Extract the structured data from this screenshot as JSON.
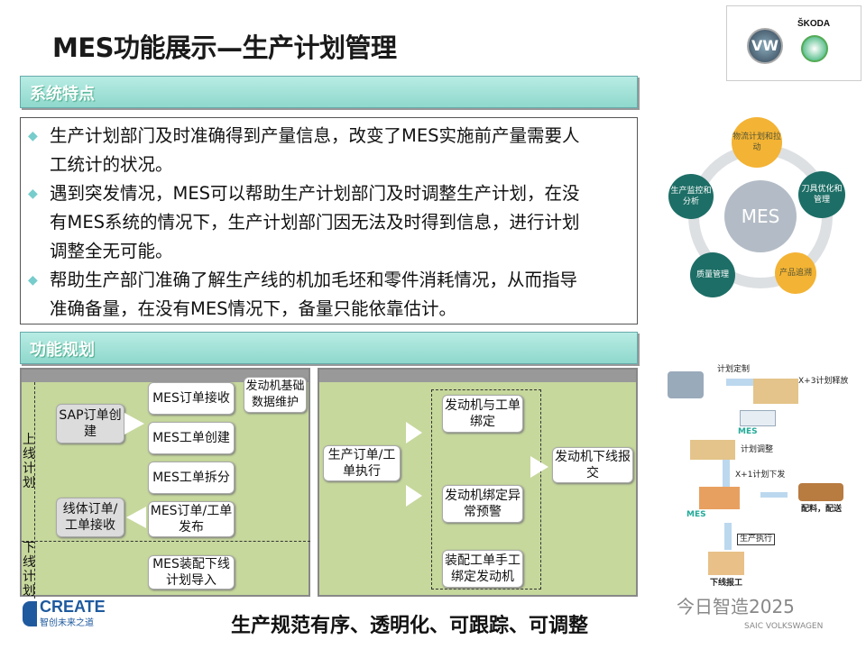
{
  "title": "MES功能展示—生产计划管理",
  "logos": {
    "vw": "VW",
    "skoda": "ŠKODA"
  },
  "section1": {
    "label": "系统特点",
    "bullets": [
      [
        "生产计划部门及时准确得到产量信息，改变了MES实施前产量需要人",
        "工统计的状况。"
      ],
      [
        "遇到突发情况，MES可以帮助生产计划部门及时调整生产计划，在没",
        "有MES系统的情况下，生产计划部门因无法及时得到信息，进行计划",
        "调整全无可能。"
      ],
      [
        "帮助生产部门准确了解生产线的机加毛坯和零件消耗情况，从而指导",
        "准确备量，在没有MES情况下，备量只能依靠估计。"
      ]
    ]
  },
  "section2": {
    "label": "功能规划"
  },
  "left_diagram": {
    "lane_upper": "上线计划",
    "lane_lower": "下线计划",
    "nodes": [
      "SAP订单创建",
      "MES订单接收",
      "发动机基础数据维护",
      "MES工单创建",
      "MES工单拆分",
      "线体订单/工单接收",
      "MES订单/工单发布",
      "MES装配下线计划导入"
    ]
  },
  "right_diagram": {
    "nodes": [
      "生产订单/工单执行",
      "发动机与工单绑定",
      "发动机绑定异常预警",
      "装配工单手工绑定发动机",
      "发动机下线报交"
    ]
  },
  "cycle": {
    "center": "MES",
    "items": [
      "物流计划和拉动",
      "刀具优化和管理",
      "产品追溯",
      "质量管理",
      "生产监控和分析"
    ]
  },
  "flow": {
    "labels": [
      "计划定制",
      "X+3计划释放",
      "MES",
      "计划调整",
      "X+1计划下发",
      "MES",
      "配料，配送",
      "生产执行",
      "下线报工"
    ]
  },
  "footer": {
    "brand": "CREATE",
    "brand_sub": "智创未来之道",
    "slogan": "生产规范有序、透明化、可跟踪、可调整",
    "watermark": "今日智造2025",
    "watermark_sub": "SAIC VOLKSWAGEN"
  }
}
